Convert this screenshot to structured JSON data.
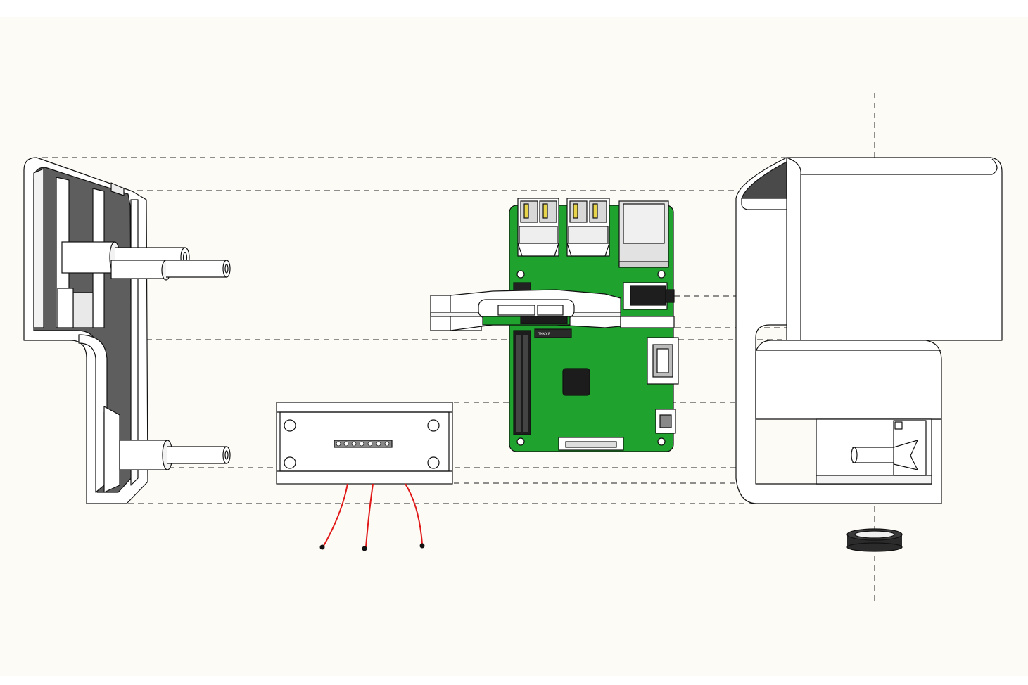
{
  "figure": {
    "type": "exploded-assembly-view",
    "background_color": "#fdfbf6",
    "line_color": "#111111",
    "pcb_color": "#1fa32e",
    "wire_color": "#e01818",
    "chip_marking": "GMKX8"
  },
  "parts": {
    "left_panel": {
      "name": "enclosure-left-side-wall",
      "color": "#555555"
    },
    "standoffs": {
      "count": 3
    },
    "sensor_board": {
      "header_pins": 7,
      "mount_holes": 4,
      "wires": 3
    },
    "raspberry_pi": {
      "usb_ports": 2,
      "ethernet": 1,
      "hdmi": 1,
      "micro_usb": 1,
      "gpio_header": "2x20"
    },
    "mount_bracket": {
      "name": "board-clip"
    },
    "right_housing": {
      "name": "enclosure-main-body"
    },
    "bottom_ring": {
      "name": "rubber-foot-ring",
      "color": "#2b2b2b"
    }
  }
}
